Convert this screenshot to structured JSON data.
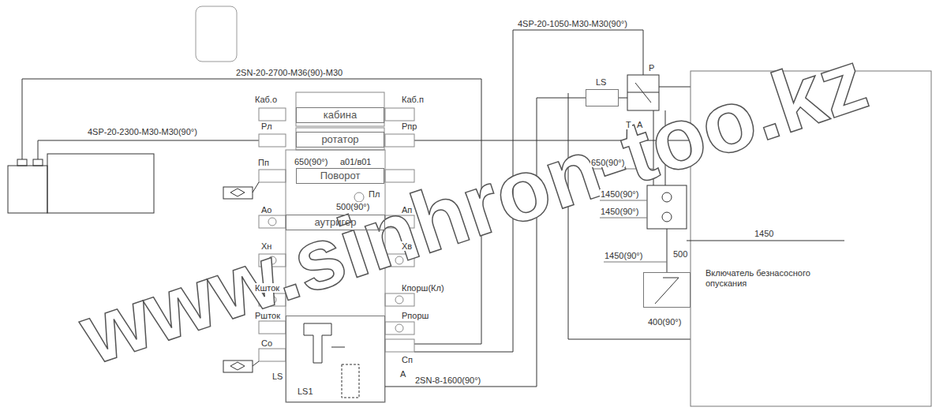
{
  "diagram": {
    "nodes": [
      {
        "text": [
          "кабина"
        ]
      },
      {
        "text": [
          "ротатор"
        ]
      },
      {
        "text": [
          "Поворот"
        ]
      },
      {
        "text": [
          "аутригер"
        ]
      },
      {
        "text": [
          "LS1"
        ]
      },
      {
        "text": [
          "LS"
        ]
      },
      {
        "text": [
          "Включатель безнасосного опускания"
        ]
      }
    ],
    "edges": [
      {
        "from": 4,
        "to": 5,
        "label": "2SN-8-1600(90°)",
        "arrow": "none"
      }
    ],
    "labels": [
      "2SN-20-2700-M36(90)-M30",
      "4SP-20-2300-M30-M30(90°)",
      "4SP-20-1050-M30-M30(90°)",
      "Каб.о",
      "Каб.п",
      "Рл",
      "Рпр",
      "Пп",
      "650(90°)",
      "а01/в01",
      "Пл",
      "Ао",
      "500(90°)",
      "Ап",
      "Хн",
      "Хв",
      "Кшток",
      "Кпорш(Кл)",
      "Ршток",
      "Рпорш",
      "Со",
      "Сп",
      "LS",
      "A",
      "P",
      "T",
      "A",
      "650(90°)",
      "1450(90°)",
      "1450(90°)",
      "1450",
      "1450(90°)",
      "500",
      "400(90°)",
      "www.sinhron-too.kz"
    ]
  }
}
